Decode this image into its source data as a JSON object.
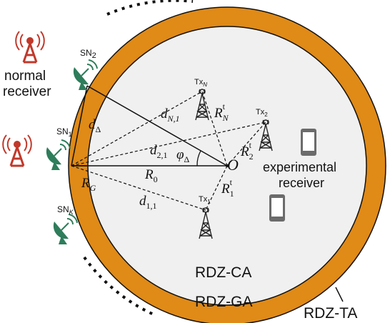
{
  "zones": {
    "ca": "RDZ-CA",
    "ga": "RDZ-GA",
    "ta": "RDZ-TA"
  },
  "receivers": {
    "normal_line1": "normal",
    "normal_line2": "receiver",
    "experimental_line1": "experimental",
    "experimental_line2": "receiver"
  },
  "sensor_nodes": {
    "sn2_base": "SN",
    "sn2_sub": "2",
    "sn1_base": "SN",
    "sn1_sub": "1",
    "snk_base": "SN",
    "snk_sub": "K"
  },
  "transmitters": {
    "txn_base": "Tx",
    "txn_sub": "N",
    "tx2_base": "Tx",
    "tx2_sub": "2",
    "tx1_base": "Tx",
    "tx1_sub": "1"
  },
  "math_labels": {
    "center": "O",
    "r0": "R",
    "r0_sub": "0",
    "rg": "R",
    "rg_sub": "G",
    "d_delta": "d",
    "d_delta_sub": "Δ",
    "phi": "φ",
    "phi_sub": "Δ",
    "dn1": "d",
    "dn1_sub": "N,1",
    "d21": "d",
    "d21_sub": "2,1",
    "d11": "d",
    "d11_sub": "1,1",
    "rn": "R",
    "rn_sup": "t",
    "rn_sub": "N",
    "r2": "R",
    "r2_sup": "t",
    "r2_sub": "2",
    "r1": "R",
    "r1_sup": "t",
    "r1_sub": "1"
  },
  "colors": {
    "guard_ring": "#E08A17",
    "ring_outline": "#111111",
    "inner_zone": "#F0F0F0",
    "antenna_red": "#C0392B",
    "dish_green": "#2E7D5B",
    "phone_gray": "#6B6B6B"
  },
  "icons": {
    "normal_receiver": "antenna-tower-icon",
    "sensor_node": "satellite-dish-icon",
    "transmitter": "radio-tower-icon",
    "experimental_receiver": "smartphone-icon"
  }
}
